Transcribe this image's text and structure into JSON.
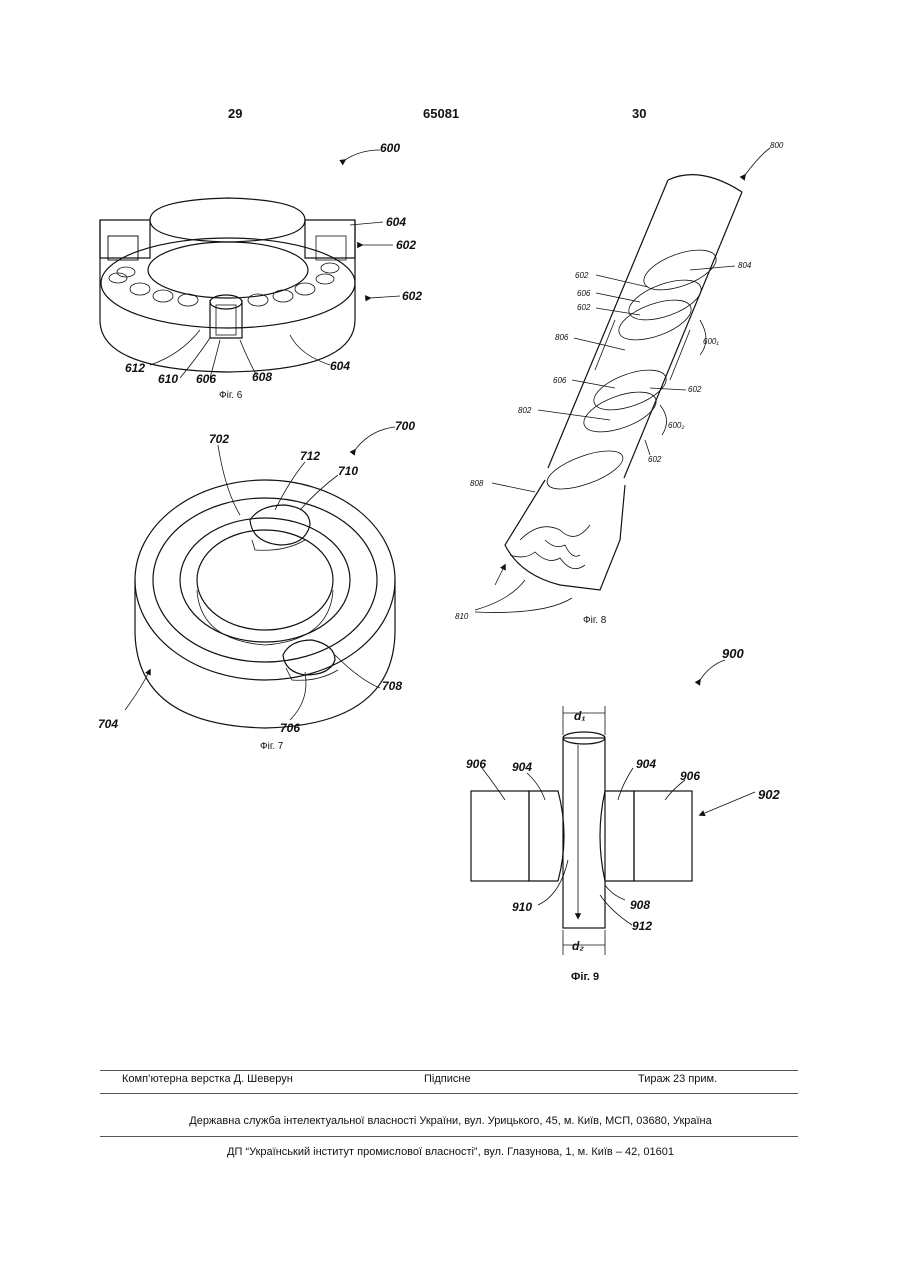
{
  "header": {
    "page_left": "29",
    "patent_number": "65081",
    "page_right": "30"
  },
  "figures": {
    "fig6": {
      "caption": "Фіг. 6",
      "labels": [
        "600",
        "604",
        "602",
        "602",
        "612",
        "610",
        "606",
        "608",
        "604"
      ]
    },
    "fig7": {
      "caption": "Фіг. 7",
      "labels": [
        "702",
        "700",
        "712",
        "710",
        "708",
        "706",
        "704"
      ]
    },
    "fig8": {
      "caption": "Фіг. 8",
      "labels": [
        "800",
        "804",
        "602",
        "606",
        "602",
        "806",
        "600₁",
        "606",
        "602",
        "802",
        "600₂",
        "602",
        "808",
        "810"
      ]
    },
    "fig9": {
      "caption": "Фіг. 9",
      "labels": [
        "900",
        "d₁",
        "906",
        "904",
        "904",
        "906",
        "902",
        "910",
        "908",
        "912",
        "d₂"
      ]
    }
  },
  "footer": {
    "typesetting": "Комп’ютерна верстка Д. Шеверун",
    "signed": "Підписне",
    "circulation": "Тираж 23 прим.",
    "agency": "Державна служба інтелектуальної власності України, вул. Урицького, 45, м. Київ, МСП, 03680, Україна",
    "institute": "ДП “Український інститут промислової власності”, вул. Глазунова, 1, м. Київ – 42, 01601"
  }
}
